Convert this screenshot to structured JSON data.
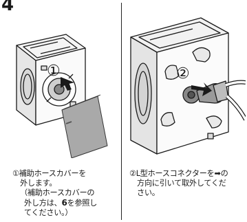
{
  "step": {
    "number": "4"
  },
  "left_panel": {
    "callout": "①",
    "caption": {
      "line1": "①補助ホースカバーを",
      "line2": "外します。",
      "line3": "（補助ホースカバーの",
      "line4a": "外し方は、",
      "line4b": "6",
      "line4c": "を参照し",
      "line5": "てください。）"
    }
  },
  "right_panel": {
    "callout": "②",
    "caption": {
      "line1a": "②L型ホースコネクターを",
      "line1b": "➡",
      "line1c": "の",
      "line2": "方向に引いて取外してくだ",
      "line3": "さい。"
    }
  }
}
